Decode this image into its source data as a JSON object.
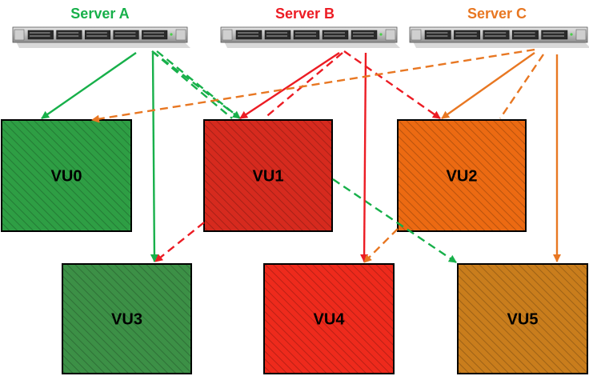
{
  "servers": [
    {
      "id": "A",
      "label": "Server A",
      "color": "#17b04a"
    },
    {
      "id": "B",
      "label": "Server B",
      "color": "#ec1c24"
    },
    {
      "id": "C",
      "label": "Server C",
      "color": "#e87722"
    }
  ],
  "units": [
    {
      "id": "VU0",
      "label": "VU0",
      "fill": "#2e9e44",
      "hatch": true
    },
    {
      "id": "VU1",
      "label": "VU1",
      "fill": "#d62a1e",
      "hatch": true
    },
    {
      "id": "VU2",
      "label": "VU2",
      "fill": "#ec6a12",
      "hatch": true
    },
    {
      "id": "VU3",
      "label": "VU3",
      "fill": "#3c9046",
      "hatch": true
    },
    {
      "id": "VU4",
      "label": "VU4",
      "fill": "#ee2a1c",
      "hatch": true
    },
    {
      "id": "VU5",
      "label": "VU5",
      "fill": "#c97d1c",
      "hatch": true
    }
  ],
  "connections": [
    {
      "from": "A",
      "to": "VU0",
      "style": "solid"
    },
    {
      "from": "A",
      "to": "VU3",
      "style": "solid"
    },
    {
      "from": "A",
      "to": "VU1",
      "style": "dashed"
    },
    {
      "from": "A",
      "to": "VU5",
      "style": "dashed"
    },
    {
      "from": "B",
      "to": "VU1",
      "style": "solid"
    },
    {
      "from": "B",
      "to": "VU4",
      "style": "solid"
    },
    {
      "from": "B",
      "to": "VU2",
      "style": "dashed"
    },
    {
      "from": "B",
      "to": "VU3",
      "style": "dashed"
    },
    {
      "from": "C",
      "to": "VU2",
      "style": "solid"
    },
    {
      "from": "C",
      "to": "VU5",
      "style": "solid"
    },
    {
      "from": "C",
      "to": "VU0",
      "style": "dashed"
    },
    {
      "from": "C",
      "to": "VU4",
      "style": "dashed"
    }
  ]
}
